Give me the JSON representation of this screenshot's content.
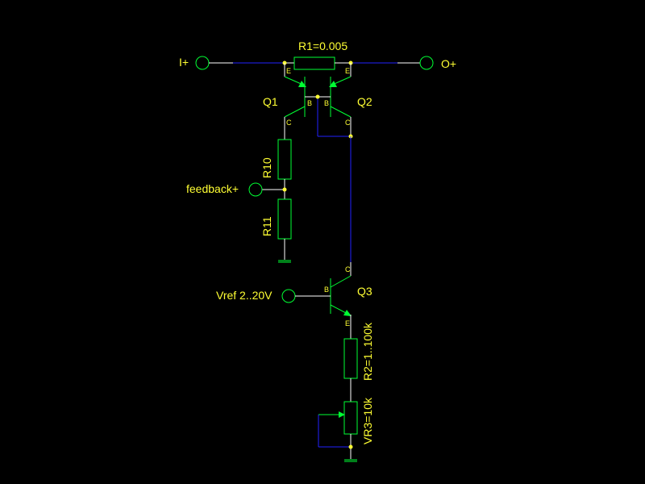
{
  "labels": {
    "r1": "R1=0.005",
    "i_plus": "I+",
    "o_plus": "O+",
    "q1": "Q1",
    "q2": "Q2",
    "q3": "Q3",
    "r10": "R10",
    "r11": "R11",
    "feedback": "feedback+",
    "vref": "Vref 2..20V",
    "r2": "R2=1..100k",
    "vr3": "VR3=10k"
  },
  "pins": {
    "q1_e": "E",
    "q1_b": "B",
    "q1_c": "C",
    "q2_e": "E",
    "q2_b": "B",
    "q2_c": "C",
    "q3_b": "B",
    "q3_c": "C",
    "q3_e": "E"
  },
  "colors": {
    "background": "#000000",
    "wire": "#ffffff",
    "wire_node": "#2222ff",
    "component": "#00ff33",
    "label": "#ffff33"
  }
}
